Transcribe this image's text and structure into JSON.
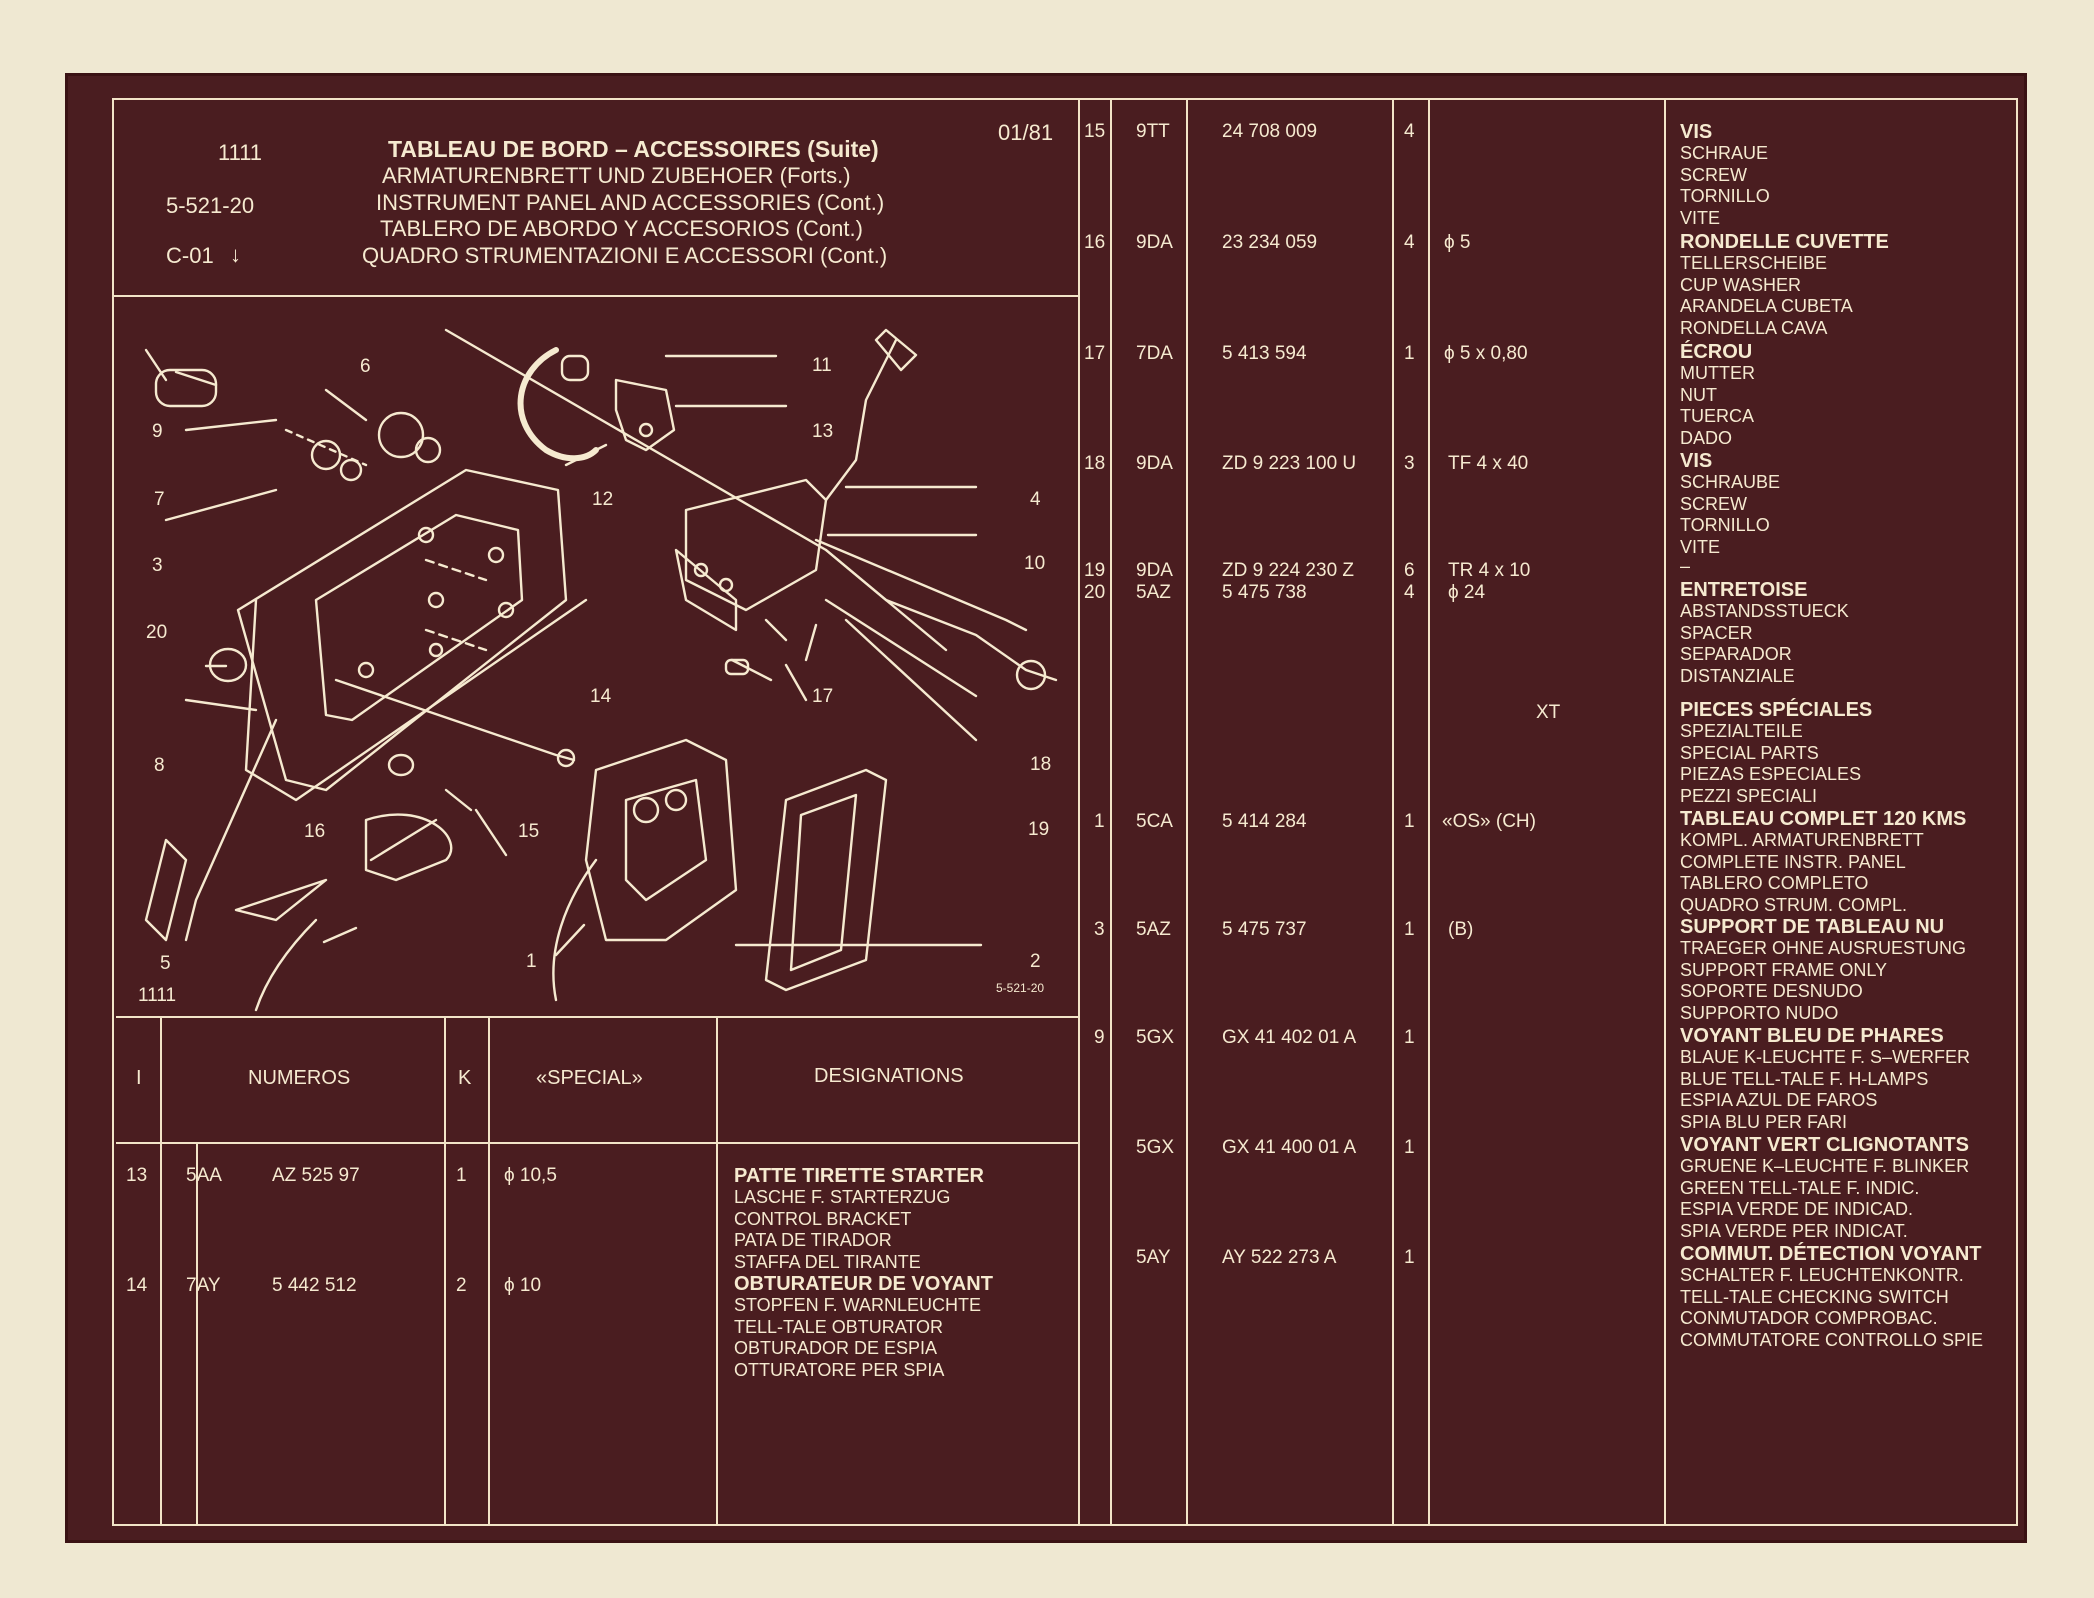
{
  "header": {
    "page_number": "1111",
    "figure_code": "5-521-20",
    "section_code": "C-01",
    "arrow": "↓",
    "date": "01/81",
    "titles": [
      "TABLEAU DE BORD – ACCESSOIRES (Suite)",
      "ARMATURENBRETT UND ZUBEHOER (Forts.)",
      "INSTRUMENT PANEL AND ACCESSORIES (Cont.)",
      "TABLERO DE ABORDO Y ACCESORIOS (Cont.)",
      "QUADRO STRUMENTAZIONI E ACCESSORI (Cont.)"
    ]
  },
  "diagram": {
    "page_label": "1111",
    "figure_label": "5-521-20",
    "callouts": [
      "1",
      "2",
      "3",
      "4",
      "5",
      "6",
      "7",
      "8",
      "9",
      "10",
      "11",
      "12",
      "13",
      "14",
      "15",
      "16",
      "17",
      "18",
      "19",
      "20"
    ]
  },
  "table_header": {
    "col_index": "I",
    "col_numeros": "NUMEROS",
    "col_k": "K",
    "col_special": "«SPECIAL»",
    "col_designations": "DESIGNATIONS"
  },
  "left_rows": [
    {
      "index": "13",
      "code": "5AA",
      "number": "AZ 525  97",
      "qty": "1",
      "special": "ϕ 10,5",
      "desc": [
        "PATTE TIRETTE STARTER",
        "LASCHE F. STARTERZUG",
        "CONTROL BRACKET",
        "PATA DE TIRADOR",
        "STAFFA DEL TIRANTE"
      ]
    },
    {
      "index": "14",
      "code": "7AY",
      "number": "5 442 512",
      "qty": "2",
      "special": "ϕ 10",
      "desc": [
        "OBTURATEUR DE VOYANT",
        "STOPFEN F. WARNLEUCHTE",
        "TELL-TALE OBTURATOR",
        "OBTURADOR DE ESPIA",
        "OTTURATORE PER SPIA"
      ]
    }
  ],
  "right_rows": [
    {
      "index": "15",
      "code": "9TT",
      "number": "24  708  009",
      "qty": "4",
      "special": "",
      "desc": [
        "VIS",
        "SCHRAUE",
        "SCREW",
        "TORNILLO",
        "VITE"
      ]
    },
    {
      "index": "16",
      "code": "9DA",
      "number": "23  234  059",
      "qty": "4",
      "special": "ϕ 5",
      "desc": [
        "RONDELLE CUVETTE",
        "TELLERSCHEIBE",
        "CUP WASHER",
        "ARANDELA CUBETA",
        "RONDELLA CAVA"
      ]
    },
    {
      "index": "17",
      "code": "7DA",
      "number": "5  413  594",
      "qty": "1",
      "special": "ϕ 5 x 0,80",
      "desc": [
        "ÉCROU",
        "MUTTER",
        "NUT",
        "TUERCA",
        "DADO"
      ]
    },
    {
      "index": "18",
      "code": "9DA",
      "number": "ZD  9  223  100  U",
      "qty": "3",
      "special": "TF  4 x 40",
      "desc": [
        "VIS",
        "SCHRAUBE",
        "SCREW",
        "TORNILLO",
        "VITE"
      ]
    },
    {
      "index": "19",
      "code": "9DA",
      "number": "ZD  9  224  230  Z",
      "qty": "6",
      "special": "TR 4 x 10",
      "desc": [
        "–"
      ]
    },
    {
      "index": "20",
      "code": "5AZ",
      "number": "5  475  738",
      "qty": "4",
      "special": "ϕ 24",
      "desc": [
        "ENTRETOISE",
        "ABSTANDSSTUECK",
        "SPACER",
        "SEPARADOR",
        "DISTANZIALE"
      ]
    },
    {
      "index": "",
      "code": "",
      "number": "",
      "qty": "",
      "special": "XT",
      "desc": [
        "PIECES SPÉCIALES",
        "SPEZIALTEILE",
        "SPECIAL PARTS",
        "PIEZAS ESPECIALES",
        "PEZZI SPECIALI"
      ]
    },
    {
      "index": "1",
      "code": "5CA",
      "number": "5  414  284",
      "qty": "1",
      "special": "«OS» (CH)",
      "desc": [
        "TABLEAU COMPLET 120 KMS",
        "KOMPL. ARMATURENBRETT",
        "COMPLETE INSTR. PANEL",
        "TABLERO COMPLETO",
        "QUADRO STRUM. COMPL."
      ]
    },
    {
      "index": "3",
      "code": "5AZ",
      "number": "5  475  737",
      "qty": "1",
      "special": "(B)",
      "desc": [
        "SUPPORT DE TABLEAU NU",
        "TRAEGER OHNE AUSRUESTUNG",
        "SUPPORT FRAME ONLY",
        "SOPORTE DESNUDO",
        "SUPPORTO NUDO"
      ]
    },
    {
      "index": "9",
      "code": "5GX",
      "number": "GX  41  402  01  A",
      "qty": "1",
      "special": "",
      "desc": [
        "VOYANT BLEU DE PHARES",
        "BLAUE K-LEUCHTE F. S–WERFER",
        "BLUE TELL-TALE F. H-LAMPS",
        "ESPIA AZUL DE FAROS",
        "SPIA BLU PER FARI"
      ]
    },
    {
      "index": "",
      "code": "5GX",
      "number": "GX  41  400  01  A",
      "qty": "1",
      "special": "",
      "desc": [
        "VOYANT VERT CLIGNOTANTS",
        "GRUENE K–LEUCHTE F. BLINKER",
        "GREEN TELL-TALE F. INDIC.",
        "ESPIA VERDE DE INDICAD.",
        "SPIA VERDE PER INDICAT."
      ]
    },
    {
      "index": "",
      "code": "5AY",
      "number": "AY  522  273  A",
      "qty": "1",
      "special": "",
      "desc": [
        "COMMUT. DÉTECTION VOYANT",
        "SCHALTER F. LEUCHTENKONTR.",
        "TELL-TALE CHECKING SWITCH",
        "CONMUTADOR COMPROBAC.",
        "COMMUTATORE CONTROLLO SPIE"
      ]
    }
  ],
  "colors": {
    "background": "#efe8d2",
    "panel": "#4a1d20",
    "ink": "#f6ead0"
  }
}
